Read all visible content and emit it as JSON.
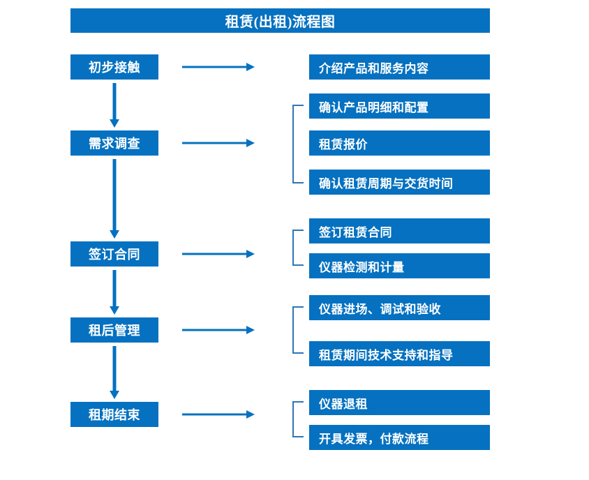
{
  "title": "租赁(出租)流程图",
  "colors": {
    "box_fill": "#0571c0",
    "box_text": "#ffffff",
    "arrow": "#0571c0",
    "bracket": "#2e75b6",
    "background": "#ffffff"
  },
  "stages": [
    {
      "label": "初步接触"
    },
    {
      "label": "需求调查"
    },
    {
      "label": "签订合同"
    },
    {
      "label": "租后管理"
    },
    {
      "label": "租期结束"
    }
  ],
  "details": [
    {
      "label": "介绍产品和服务内容"
    },
    {
      "label": "确认产品明细和配置"
    },
    {
      "label": "租赁报价"
    },
    {
      "label": "确认租赁周期与交货时间"
    },
    {
      "label": "签订租赁合同"
    },
    {
      "label": "仪器检测和计量"
    },
    {
      "label": "仪器进场、调试和验收"
    },
    {
      "label": "租赁期间技术支持和指导"
    },
    {
      "label": "仪器退租"
    },
    {
      "label": "开具发票，付款流程"
    }
  ],
  "icons": {
    "right_arrow": "right-arrow-icon",
    "down_arrow": "down-arrow-icon",
    "bracket": "group-bracket-icon"
  },
  "chart_data": {
    "type": "diagram",
    "title": "租赁(出租)流程图",
    "layout": "vertical-flow-with-branches",
    "nodes": [
      {
        "id": "s1",
        "column": "left",
        "label": "初步接触"
      },
      {
        "id": "s2",
        "column": "left",
        "label": "需求调查"
      },
      {
        "id": "s3",
        "column": "left",
        "label": "签订合同"
      },
      {
        "id": "s4",
        "column": "left",
        "label": "租后管理"
      },
      {
        "id": "s5",
        "column": "left",
        "label": "租期结束"
      },
      {
        "id": "d1",
        "column": "right",
        "label": "介绍产品和服务内容"
      },
      {
        "id": "d2",
        "column": "right",
        "label": "确认产品明细和配置"
      },
      {
        "id": "d3",
        "column": "right",
        "label": "租赁报价"
      },
      {
        "id": "d4",
        "column": "right",
        "label": "确认租赁周期与交货时间"
      },
      {
        "id": "d5",
        "column": "right",
        "label": "签订租赁合同"
      },
      {
        "id": "d6",
        "column": "right",
        "label": "仪器检测和计量"
      },
      {
        "id": "d7",
        "column": "right",
        "label": "仪器进场、调试和验收"
      },
      {
        "id": "d8",
        "column": "right",
        "label": "租赁期间技术支持和指导"
      },
      {
        "id": "d9",
        "column": "right",
        "label": "仪器退租"
      },
      {
        "id": "d10",
        "column": "right",
        "label": "开具发票，付款流程"
      }
    ],
    "edges": [
      {
        "from": "s1",
        "to": "s2",
        "type": "down-arrow"
      },
      {
        "from": "s2",
        "to": "s3",
        "type": "down-arrow"
      },
      {
        "from": "s3",
        "to": "s4",
        "type": "down-arrow"
      },
      {
        "from": "s4",
        "to": "s5",
        "type": "down-arrow"
      },
      {
        "from": "s1",
        "to": "d1",
        "type": "right-arrow"
      },
      {
        "from": "s2",
        "to": [
          "d2",
          "d3",
          "d4"
        ],
        "type": "right-arrow-bracket"
      },
      {
        "from": "s3",
        "to": [
          "d5",
          "d6"
        ],
        "type": "right-arrow-bracket"
      },
      {
        "from": "s4",
        "to": [
          "d7",
          "d8"
        ],
        "type": "right-arrow-bracket"
      },
      {
        "from": "s5",
        "to": [
          "d9",
          "d10"
        ],
        "type": "right-arrow-bracket"
      }
    ]
  }
}
